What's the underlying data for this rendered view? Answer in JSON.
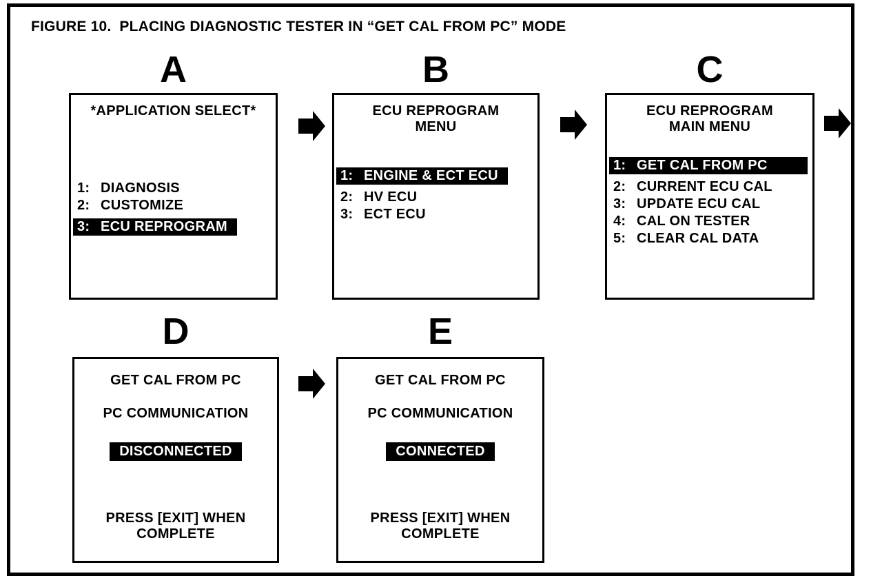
{
  "figure": {
    "title": "FIGURE 10.  PLACING DIAGNOSTIC TESTER IN “GET CAL FROM PC” MODE"
  },
  "colors": {
    "ink": "#000000",
    "paper": "#ffffff",
    "highlight_bg": "#000000",
    "highlight_text": "#ffffff"
  },
  "icons": {
    "flow_arrow": "right-block-arrow"
  },
  "arrows": [
    {
      "from": "A",
      "to": "B"
    },
    {
      "from": "B",
      "to": "C"
    },
    {
      "from": "C",
      "to": "off-page-right"
    },
    {
      "from": "D",
      "to": "E"
    }
  ],
  "screens": [
    {
      "label": "A",
      "header_lines": [
        "*APPLICATION SELECT*"
      ],
      "menu": [
        {
          "num": "1:",
          "text": "DIAGNOSIS",
          "selected": false
        },
        {
          "num": "2:",
          "text": "CUSTOMIZE",
          "selected": false
        },
        {
          "num": "3:",
          "text": "ECU REPROGRAM",
          "selected": true
        }
      ]
    },
    {
      "label": "B",
      "header_lines": [
        "ECU REPROGRAM",
        "MENU"
      ],
      "menu": [
        {
          "num": "1:",
          "text": "ENGINE & ECT ECU",
          "selected": true
        },
        {
          "num": "2:",
          "text": "HV ECU",
          "selected": false
        },
        {
          "num": "3:",
          "text": "ECT ECU",
          "selected": false
        }
      ]
    },
    {
      "label": "C",
      "header_lines": [
        "ECU REPROGRAM",
        "MAIN MENU"
      ],
      "menu": [
        {
          "num": "1:",
          "text": "GET CAL FROM PC",
          "selected": true
        },
        {
          "num": "2:",
          "text": "CURRENT ECU CAL",
          "selected": false
        },
        {
          "num": "3:",
          "text": "UPDATE ECU CAL",
          "selected": false
        },
        {
          "num": "4:",
          "text": "CAL ON TESTER",
          "selected": false
        },
        {
          "num": "5:",
          "text": "CLEAR CAL DATA",
          "selected": false
        }
      ]
    },
    {
      "label": "D",
      "lines": [
        "GET CAL FROM PC",
        "PC COMMUNICATION"
      ],
      "status": "DISCONNECTED",
      "footer_lines": [
        "PRESS [EXIT] WHEN",
        "COMPLETE"
      ]
    },
    {
      "label": "E",
      "lines": [
        "GET CAL FROM PC",
        "PC COMMUNICATION"
      ],
      "status": "CONNECTED",
      "footer_lines": [
        "PRESS [EXIT] WHEN",
        "COMPLETE"
      ]
    }
  ]
}
